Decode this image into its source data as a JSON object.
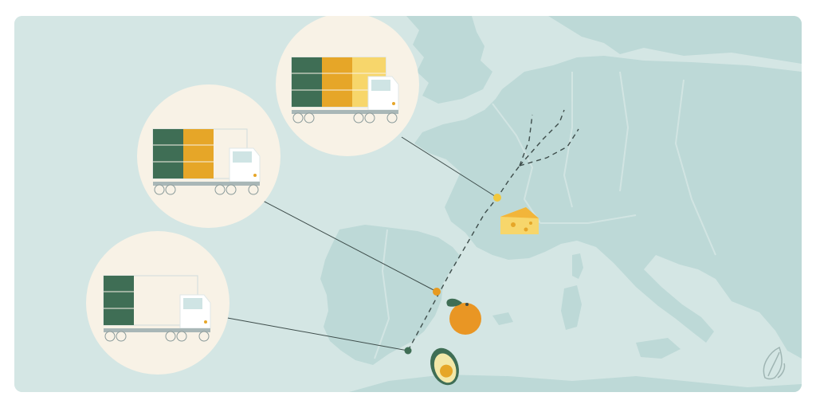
{
  "colors": {
    "sea": "#d4e6e4",
    "land": "#bdd9d7",
    "land_dark": "#b3d2d0",
    "bubble": "#f8f2e6",
    "crate_green": "#3f6e55",
    "crate_orange": "#e6a628",
    "crate_yellow": "#f7d66b",
    "truck_body": "#ffffff",
    "truck_window": "#cfe4e4",
    "chassis": "#a9b7b7",
    "route_line": "#3e4d4b",
    "stop_yellow": "#f1c83e",
    "stop_orange": "#e79a20",
    "stop_green": "#3f6e55"
  },
  "map": {
    "region": "Europe",
    "route_style": "dashed",
    "stops": [
      {
        "name": "top-stop",
        "color": "stop_yellow",
        "product": "cheese-icon",
        "truck_load": {
          "green": 3,
          "orange": 3,
          "yellow": 3,
          "slots": 3
        }
      },
      {
        "name": "middle-stop",
        "color": "stop_orange",
        "product": "orange-icon",
        "truck_load": {
          "green": 3,
          "orange": 3,
          "yellow": 0,
          "slots": 3
        }
      },
      {
        "name": "bottom-stop",
        "color": "stop_green",
        "product": "avocado-icon",
        "truck_load": {
          "green": 3,
          "orange": 0,
          "yellow": 0,
          "slots": 3
        }
      }
    ]
  },
  "brand": {
    "icon": "leaf-logo-icon"
  }
}
